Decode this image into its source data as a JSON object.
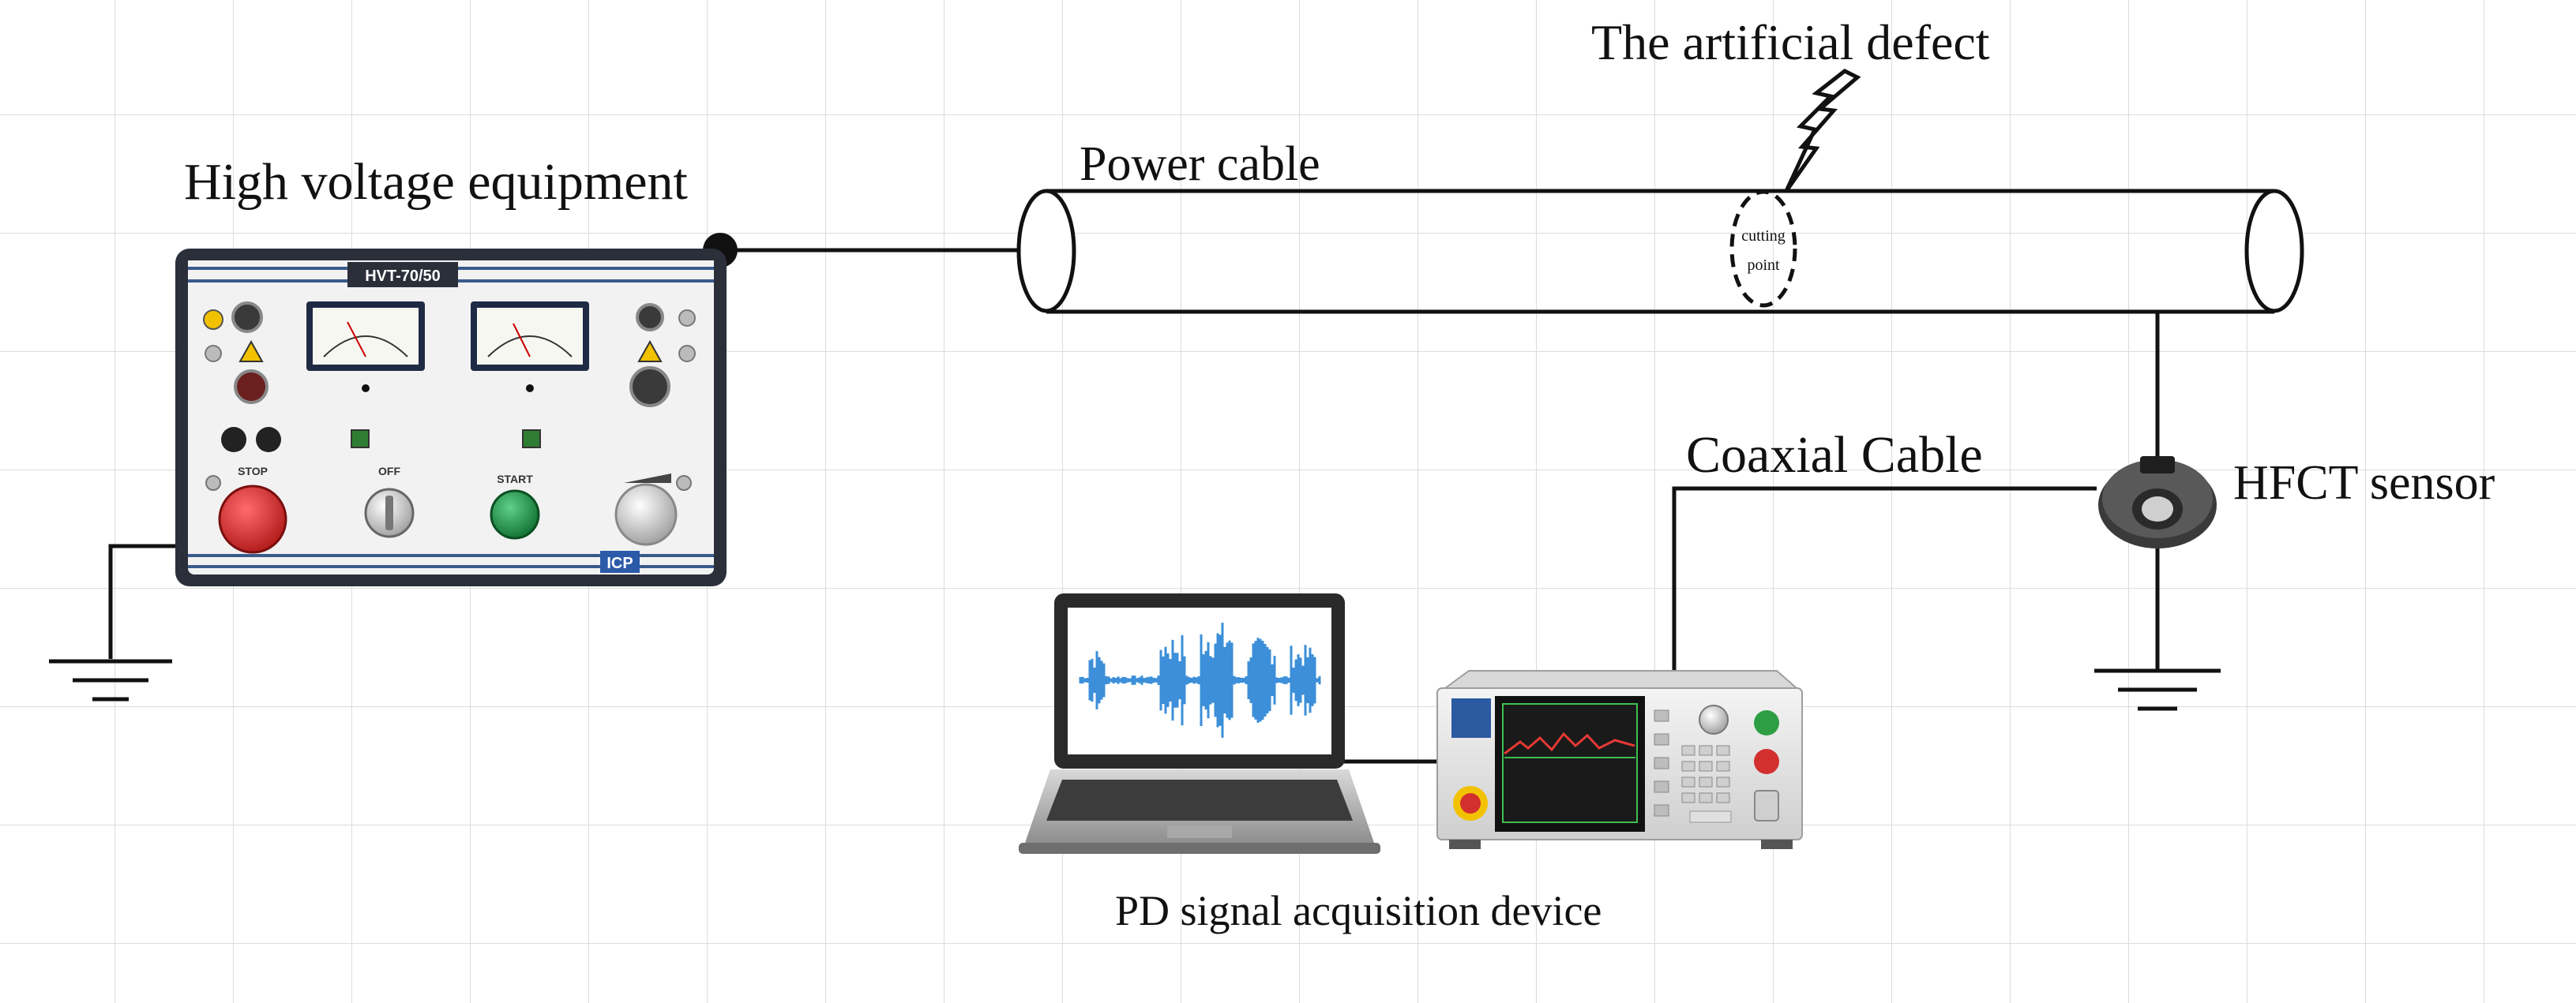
{
  "labels": {
    "hv_equipment": "High voltage equipment",
    "power_cable": "Power cable",
    "defect": "The artificial defect",
    "cutting_point_1": "cutting",
    "cutting_point_2": "point",
    "coaxial": "Coaxial Cable",
    "hfct": "HFCT sensor",
    "pd_device": "PD signal acquisition device"
  },
  "hv_panel": {
    "model": "HVT-70/50",
    "stop": "STOP",
    "start": "START",
    "off": "OFF",
    "brand": "ICP"
  },
  "colors": {
    "line": "#111111",
    "grid": "#d9d9d9",
    "panel_frame": "#2b2f3a",
    "panel_band": "#3a5a8c",
    "waveform": "#3c8fd8",
    "stop_button": "#c62828",
    "start_button": "#1e8e3e"
  }
}
